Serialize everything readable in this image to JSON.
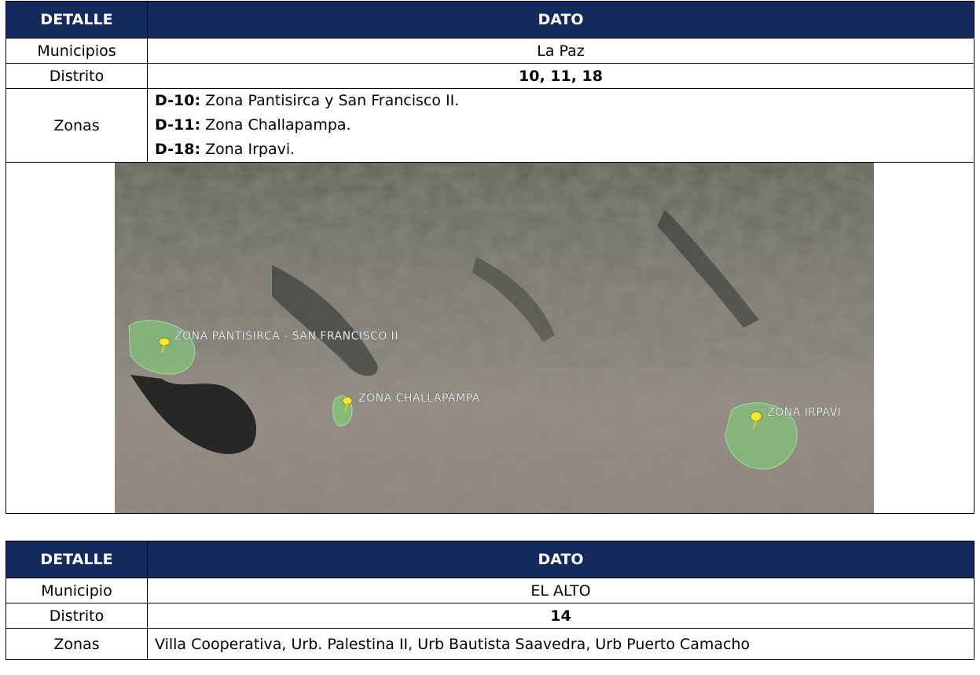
{
  "table1": {
    "header": {
      "col1": "DETALLE",
      "col2": "DATO"
    },
    "rows": [
      {
        "label": "Municipios",
        "value": "La Paz"
      },
      {
        "label": "Distrito",
        "value": "10, 11, 18"
      }
    ],
    "zonas": {
      "label": "Zonas",
      "items": [
        {
          "code": "D-10:",
          "text": " Zona Pantisirca y San Francisco II."
        },
        {
          "code": "D-11:",
          "text": " Zona Challapampa."
        },
        {
          "code": "D-18:",
          "text": " Zona Irpavi."
        }
      ]
    },
    "map": {
      "markers": [
        {
          "label": "ZONA PANTISIRCA - SAN FRANCISCO II"
        },
        {
          "label": "ZONA CHALLAPAMPA"
        },
        {
          "label": "ZONA IRPAVI"
        }
      ],
      "colors": {
        "zone_fill": "#7fd17a",
        "pin": "#f4e832"
      }
    }
  },
  "table2": {
    "header": {
      "col1": "DETALLE",
      "col2": "DATO"
    },
    "rows": [
      {
        "label": "Municipio",
        "value": "EL ALTO"
      },
      {
        "label": "Distrito",
        "value": "14"
      }
    ],
    "zonas": {
      "label": "Zonas",
      "value": "Villa Cooperativa, Urb. Palestina II, Urb Bautista Saavedra, Urb Puerto Camacho"
    }
  },
  "colors": {
    "header_bg": "#14295e",
    "header_text": "#ffffff"
  }
}
